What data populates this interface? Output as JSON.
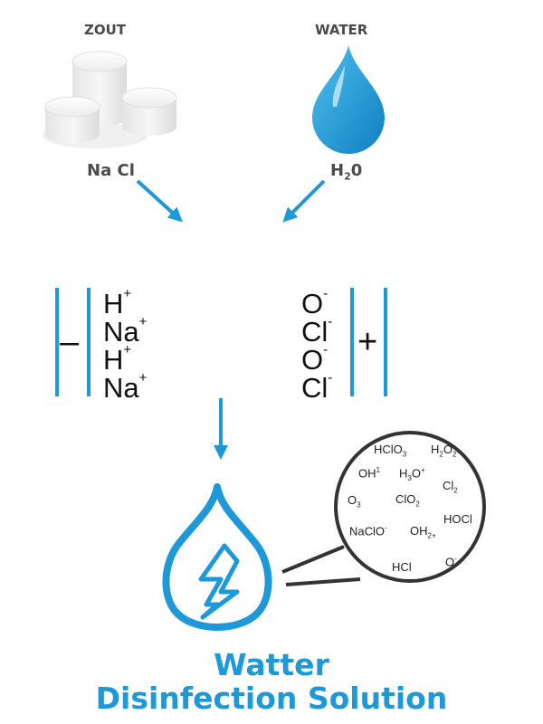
{
  "inputs": {
    "salt": {
      "label": "ZOUT",
      "formula": "Na Cl"
    },
    "water": {
      "label": "WATER",
      "formula_main": "H",
      "formula_sub": "2",
      "formula_end": "0"
    }
  },
  "cell": {
    "cathode_sign": "–",
    "anode_sign": "+",
    "cathode_ions": [
      {
        "el": "H",
        "charge": "+"
      },
      {
        "el": "Na",
        "charge": "+"
      },
      {
        "el": "H",
        "charge": "+"
      },
      {
        "el": "Na",
        "charge": "+"
      }
    ],
    "anode_ions": [
      {
        "el": "O",
        "charge": "-"
      },
      {
        "el": "Cl",
        "charge": "-"
      },
      {
        "el": "O",
        "charge": "-"
      },
      {
        "el": "Cl",
        "charge": "-"
      }
    ]
  },
  "bubble_molecules": {
    "hclo3": {
      "a": "HClO",
      "s": "3"
    },
    "h2o2": {
      "a": "H",
      "s": "2",
      "b": "O",
      "s2": "2"
    },
    "oh1": {
      "a": "OH",
      "p": "1"
    },
    "h3o": {
      "a": "H",
      "s": "3",
      "b": "O",
      "p": "+"
    },
    "cl2": {
      "a": "Cl",
      "s": "2"
    },
    "o3": {
      "a": "O",
      "s": "3"
    },
    "clo2": {
      "a": "ClO",
      "s": "2"
    },
    "hocl": {
      "a": "HOCl"
    },
    "naclo": {
      "a": "NaClO",
      "p": "-"
    },
    "oh2": {
      "a": "OH",
      "s": "2+"
    },
    "hcl": {
      "a": "HCl"
    },
    "o": {
      "a": "O",
      "p": "-"
    }
  },
  "title": {
    "line1": "Watter",
    "line2": "Disinfection Solution"
  },
  "colors": {
    "accent": "#1d98d8",
    "text_dark": "#111111",
    "label_gray": "#4a4a4a",
    "bubble_stroke": "#333333"
  }
}
